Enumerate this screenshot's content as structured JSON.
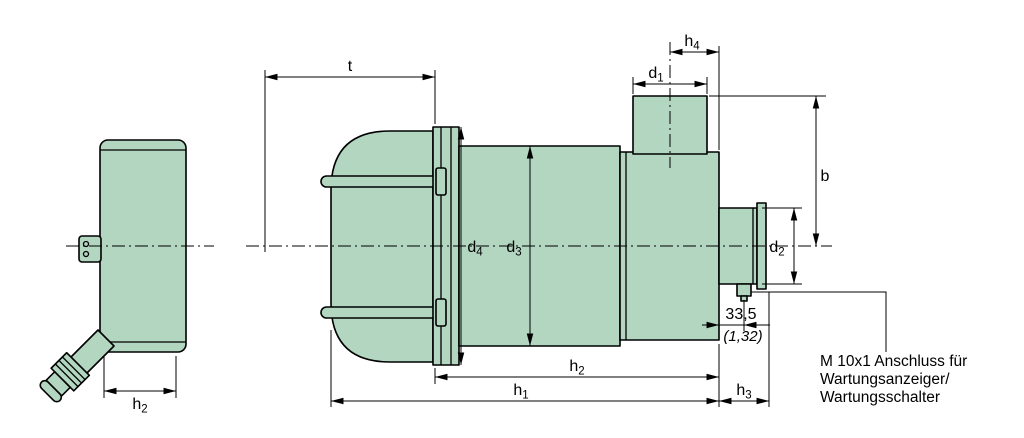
{
  "drawing": {
    "colors": {
      "part_fill": "#b2d6c0",
      "line": "#000000",
      "background": "#ffffff"
    },
    "dims": {
      "t": "t",
      "b": "b",
      "h1": {
        "base": "h",
        "sub": "1"
      },
      "h2_main": {
        "base": "h",
        "sub": "2"
      },
      "h2_left": {
        "base": "h",
        "sub": "2"
      },
      "h3": {
        "base": "h",
        "sub": "3"
      },
      "h4": {
        "base": "h",
        "sub": "4"
      },
      "d1": {
        "base": "d",
        "sub": "1"
      },
      "d2": {
        "base": "d",
        "sub": "2"
      },
      "d3": {
        "base": "d",
        "sub": "3"
      },
      "d4": {
        "base": "d",
        "sub": "4"
      },
      "offset_mm": "33,5",
      "offset_inch": "(1,32)"
    },
    "note": {
      "line1": "M 10x1 Anschluss für",
      "line2": "Wartungsanzeiger/",
      "line3": "Wartungsschalter"
    }
  }
}
